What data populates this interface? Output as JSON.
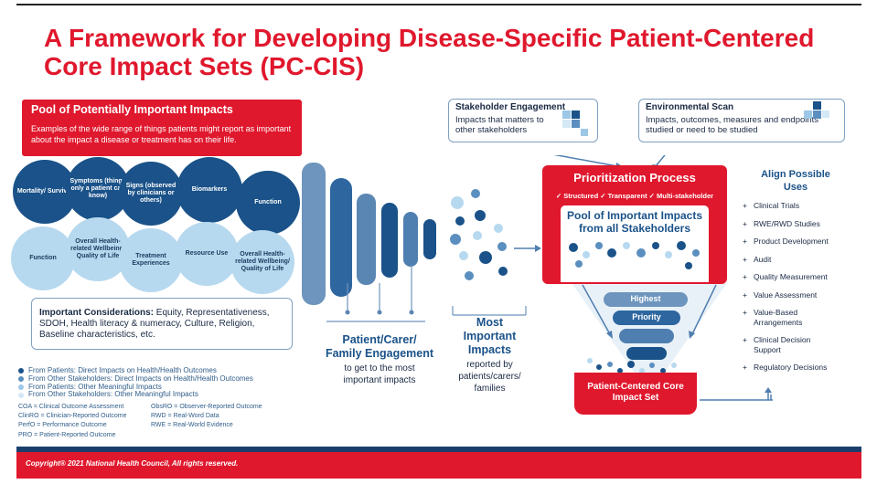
{
  "title_line1": "A Framework for Developing Disease-Specific Patient-Centered",
  "title_line2": "Core Impact Sets (PC-CIS)",
  "pool": {
    "heading": "Pool of Potentially Important Impacts",
    "text": "Examples of the wide range of things patients might  report as important about  the impact a disease or  treatment has on their life."
  },
  "circles_dark": [
    "Mortality/ Survival",
    "Symptoms (things only a patient can know)",
    "Signs (observed by clinicians or others)",
    "Biomarkers",
    "Function"
  ],
  "circles_light": [
    "Function",
    "Overall Health-related Wellbeing/ Quality of Life",
    "Treatment Experiences",
    "Resource Use",
    "Overall Health-related Wellbeing/ Quality of Life"
  ],
  "considerations": {
    "label": "Important Considerations:",
    "text": " Equity, Representativeness, SDOH, Health literacy & numeracy, Culture,  Religion, Baseline characteristics, etc."
  },
  "legend": [
    {
      "text": "From Patients: Direct Impacts on Health/Health Outcomes",
      "color": "#1a5289"
    },
    {
      "text": "From Other Stakeholders: Direct Impacts on Health/Health Outcomes",
      "color": "#5b8fbf"
    },
    {
      "text": "From Patients: Other Meaningful Impacts",
      "color": "#9cc7e6"
    },
    {
      "text": "From Other Stakeholders: Other Meaningful Impacts",
      "color": "#d4e8f5"
    }
  ],
  "abbreviations_left": [
    "COA = Clinical Outcome Assessment",
    "ClinRO = Clinician-Reported Outcome",
    "PerfO = Performance Outcome",
    "PRO = Patient-Reported Outcome"
  ],
  "abbreviations_right": [
    "ObsRO = Observer-Reported Outcome",
    "RWD = Real-Word Data",
    "RWE = Real-World Evidence"
  ],
  "engagement": {
    "heading": "Patient/Carer/ Family Engagement",
    "sub": "to get to the most important impacts"
  },
  "most_important": {
    "heading": "Most Important Impacts",
    "sub": "reported by patients/carers/ families"
  },
  "stakeholder": {
    "heading": "Stakeholder Engagement",
    "text": "Impacts that matters to other stakeholders"
  },
  "envscan": {
    "heading": "Environmental Scan",
    "text": "Impacts, outcomes, measures and endpoints studied or need to be studied"
  },
  "prioritization": {
    "heading": "Prioritization Process",
    "tags": "✓ Structured  ✓ Transparent ✓ Multi-stakeholder",
    "pool_heading": "Pool of Important Impacts from all Stakeholders",
    "highest": "Highest",
    "priority": "Priority"
  },
  "core": "Patient-Centered Core Impact Set",
  "align_heading": "Align Possible Uses",
  "uses": [
    "Clinical Trials",
    "RWE/RWD Studies",
    "Product Development",
    "Audit",
    "Quality Measurement",
    "Value Assessment",
    "Value-Based Arrangements",
    "Clinical Decision Support",
    "Regulatory Decisions"
  ],
  "footer": "Copyright® 2021 National Health Council, All rights reserved."
}
